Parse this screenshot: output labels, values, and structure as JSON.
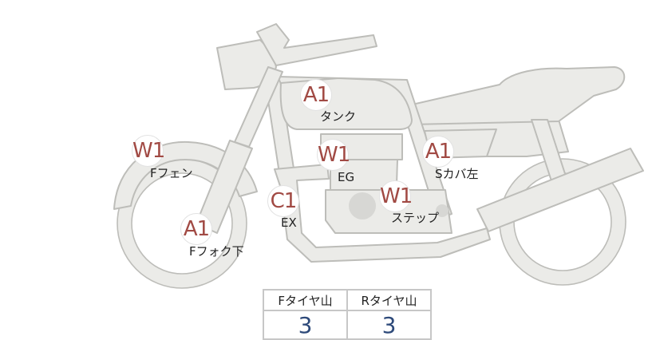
{
  "markers": [
    {
      "id": "tank",
      "grade": "A1",
      "label": "タンク"
    },
    {
      "id": "ffender",
      "grade": "W1",
      "label": "Fフェン"
    },
    {
      "id": "engine",
      "grade": "W1",
      "label": "EG"
    },
    {
      "id": "scover",
      "grade": "A1",
      "label": "Sカバ左"
    },
    {
      "id": "exhaust",
      "grade": "C1",
      "label": "EX"
    },
    {
      "id": "step",
      "grade": "W1",
      "label": "ステップ"
    },
    {
      "id": "ffork",
      "grade": "A1",
      "label": "Fフォク下"
    }
  ],
  "tire_table": {
    "headers": [
      "Fタイヤ山",
      "Rタイヤ山"
    ],
    "values": [
      "3",
      "3"
    ]
  },
  "colors": {
    "grade_text": "#a14a44",
    "value_text": "#2e4a7a",
    "part_fill": "#ebebe8",
    "part_stroke": "#bdbdb9"
  }
}
